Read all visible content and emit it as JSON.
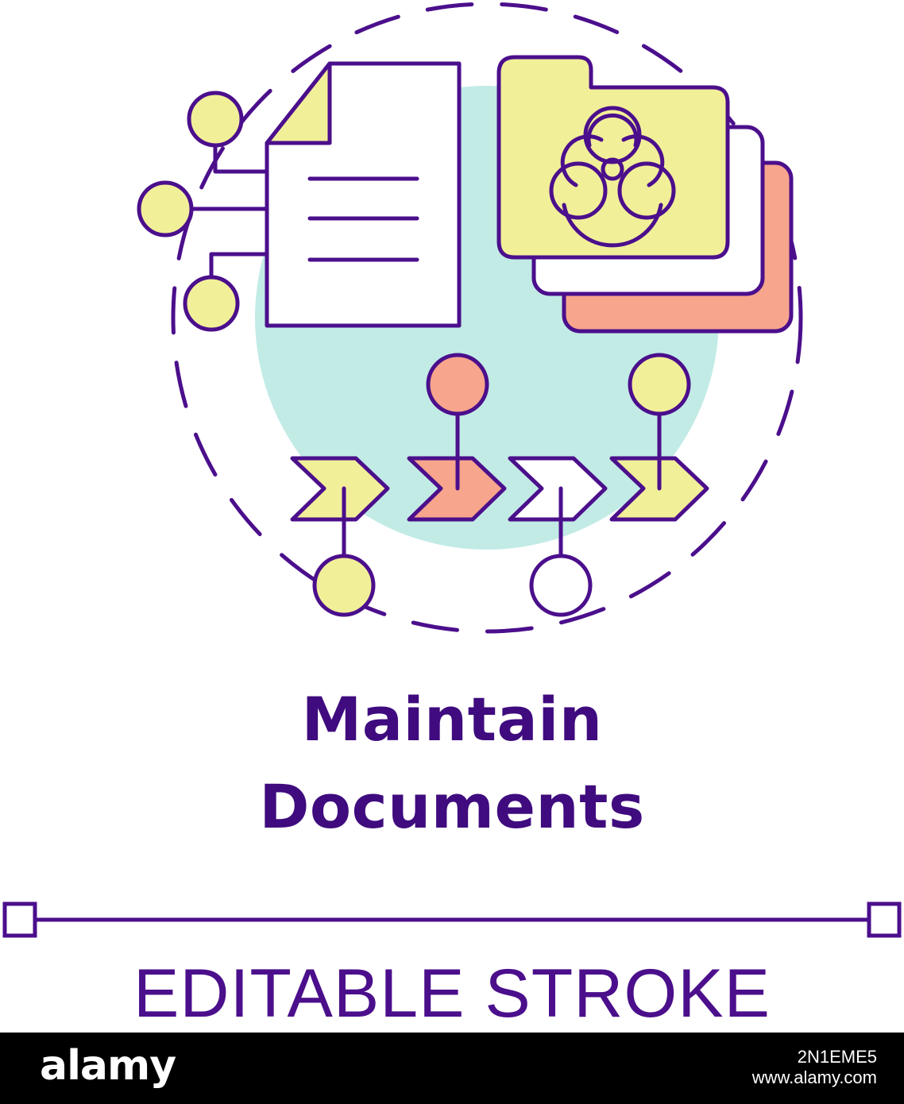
{
  "title": {
    "line1": "Maintain",
    "line2": "Documents"
  },
  "caption": "EDITABLE STROKE",
  "footer": {
    "logo": "alamy",
    "image_id": "2N1EME5",
    "url": "www.alamy.com",
    "watermark": "alamy"
  },
  "colors": {
    "outline": "#4b0f8c",
    "yellow": "#f2ef99",
    "salmon": "#f7a58c",
    "teal": "#c2ebe6",
    "white": "#ffffff",
    "footer_bg": "#000000"
  },
  "icons": {
    "document": "document-icon",
    "folder": "folder-icon",
    "biohazard": "biohazard-icon",
    "chevrons": "chevron-right-icon",
    "nodes": "circle-node-icon"
  }
}
